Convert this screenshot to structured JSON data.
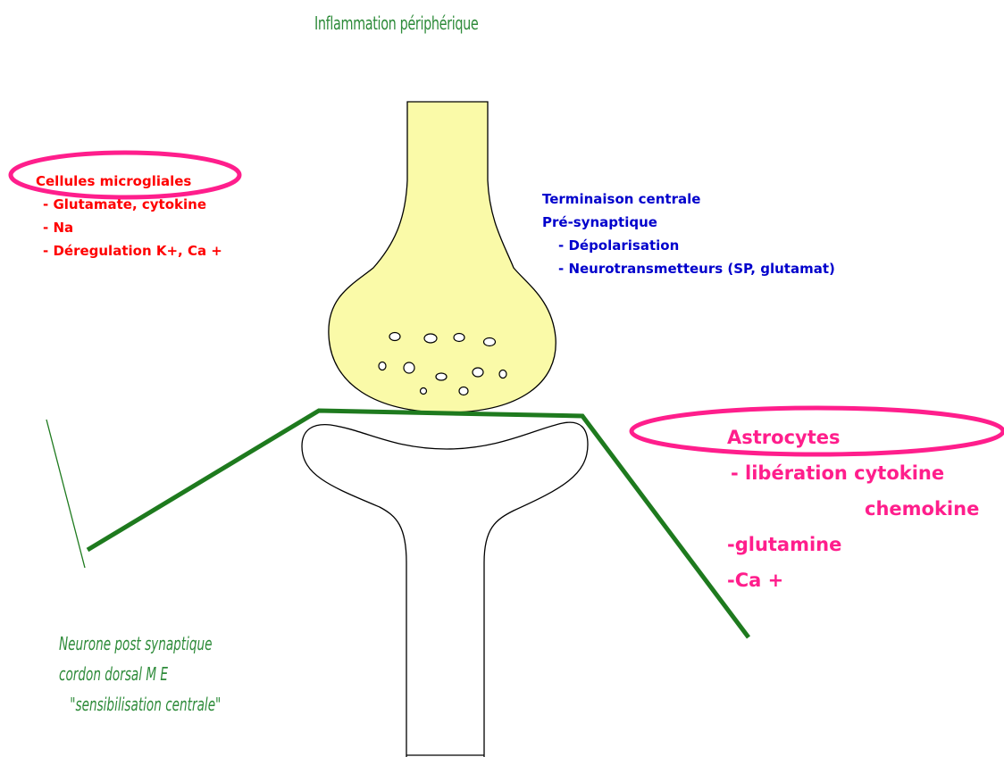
{
  "title": "Inflammation  périphérique",
  "microglia": {
    "heading": "Cellules microgliales",
    "items": [
      "- Glutamate, cytokine",
      "- Na",
      "- Déregulation  K+, Ca +"
    ]
  },
  "presynaptic": {
    "lines": [
      "Terminaison centrale",
      "Pré-synaptique"
    ],
    "items": [
      "- Dépolarisation",
      "- Neurotransmetteurs (SP, glutamat)"
    ]
  },
  "astrocytes": {
    "heading": "Astrocytes",
    "items": [
      "- libération cytokine",
      "chemokine",
      "-glutamine",
      "-Ca +"
    ]
  },
  "postsynaptic": {
    "lines": [
      "Neurone post synaptique",
      "cordon dorsal  M E",
      "\"sensibilisation centrale\""
    ]
  },
  "colors": {
    "title": "#2e8b3a",
    "microglia_text": "#ff0000",
    "presynaptic_text": "#0000cc",
    "astrocytes_text": "#ff1e8c",
    "postsynaptic_text": "#2e8b3a",
    "highlight_ellipse": "#ff1e8c",
    "terminal_fill": "#fafaa8",
    "glia_line": "#1e7a1e"
  }
}
